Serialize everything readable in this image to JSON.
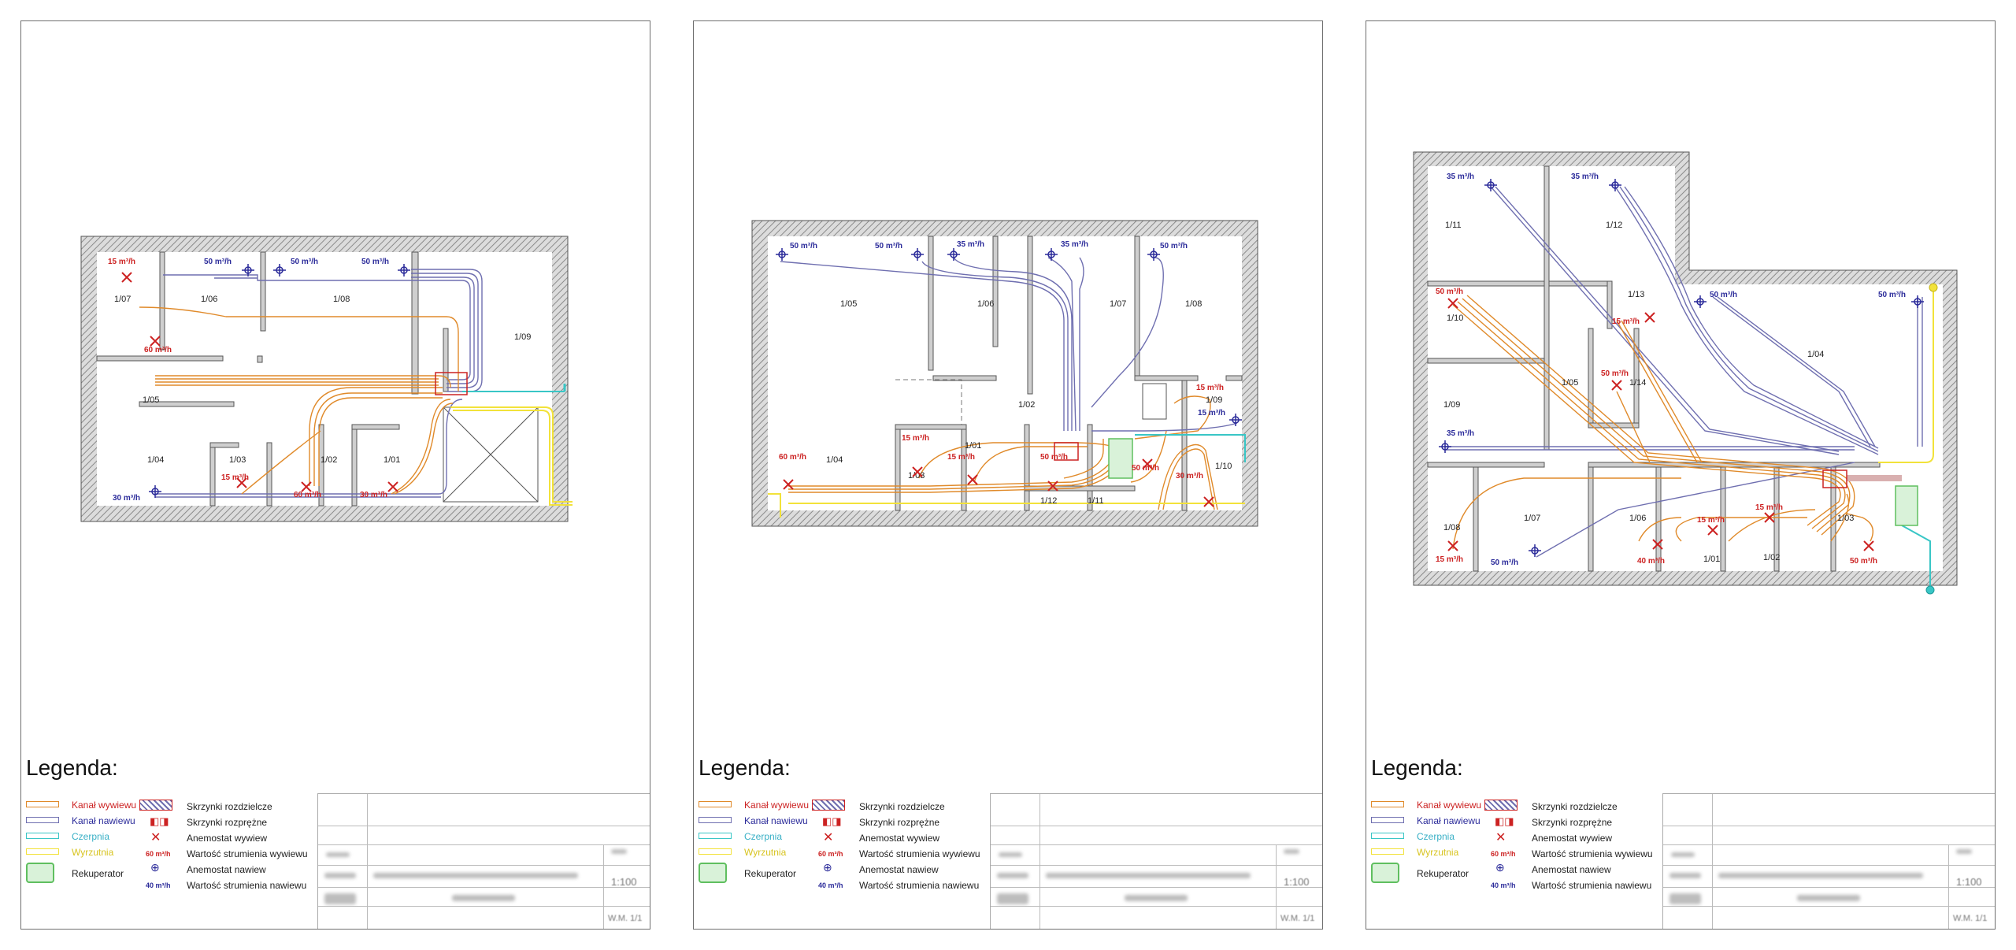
{
  "legend": {
    "title": "Legenda:",
    "kanal_wywiewu": "Kanał wywiewu",
    "kanal_nawiewu": "Kanał nawiewu",
    "czerpnia": "Czerpnia",
    "wyrzutnia": "Wyrzutnia",
    "rekuperator": "Rekuperator",
    "skrzynki_rozdzielcze": "Skrzynki rozdzielcze",
    "skrzynki_rozprezne": "Skrzynki rozprężne",
    "anemostat_wywiew": "Anemostat wywiew",
    "wartosc_wywiewu": "Wartość strumienia wywiewu",
    "anemostat_nawiew": "Anemostat nawiew",
    "wartosc_nawiewu": "Wartość strumienia nawiewu",
    "sample_exhaust": "60 m³/h",
    "sample_supply": "40 m³/h"
  },
  "title_block": {
    "scale": "1:100",
    "sheet": "W.M. 1/1"
  },
  "colors": {
    "exhaust": "#e08a2a",
    "exhaust_label": "#cc2222",
    "supply": "#2b2b9a",
    "supply_duct": "#6f6fb0",
    "intake": "#39c6c6",
    "outlet": "#f2e23a",
    "recuperator": "#9ed79e",
    "wall": "#b5b5b5"
  },
  "sheets": [
    {
      "rooms": [
        "1/07",
        "1/06",
        "1/08",
        "1/09",
        "1/05",
        "1/04",
        "1/03",
        "1/02",
        "1/01"
      ],
      "flows": [
        {
          "v": "15 m³/h",
          "k": "ex"
        },
        {
          "v": "50 m³/h",
          "k": "su"
        },
        {
          "v": "50 m³/h",
          "k": "su"
        },
        {
          "v": "50 m³/h",
          "k": "su"
        },
        {
          "v": "60 m³/h",
          "k": "ex"
        },
        {
          "v": "15 m³/h",
          "k": "ex"
        },
        {
          "v": "60 m³/h",
          "k": "ex"
        },
        {
          "v": "30 m³/h",
          "k": "ex"
        },
        {
          "v": "30 m³/h",
          "k": "su"
        }
      ]
    },
    {
      "rooms": [
        "1/05",
        "1/06",
        "1/07",
        "1/08",
        "1/02",
        "1/09",
        "1/04",
        "1/03",
        "1/01",
        "1/10",
        "1/12",
        "1/11"
      ],
      "flows": [
        {
          "v": "50 m³/h",
          "k": "su"
        },
        {
          "v": "50 m³/h",
          "k": "su"
        },
        {
          "v": "35 m³/h",
          "k": "su"
        },
        {
          "v": "35 m³/h",
          "k": "su"
        },
        {
          "v": "50 m³/h",
          "k": "su"
        },
        {
          "v": "15 m³/h",
          "k": "ex"
        },
        {
          "v": "15 m³/h",
          "k": "su"
        },
        {
          "v": "60 m³/h",
          "k": "ex"
        },
        {
          "v": "15 m³/h",
          "k": "ex"
        },
        {
          "v": "15 m³/h",
          "k": "ex"
        },
        {
          "v": "50 m³/h",
          "k": "ex"
        },
        {
          "v": "50 m³/h",
          "k": "ex"
        },
        {
          "v": "30 m³/h",
          "k": "ex"
        }
      ]
    },
    {
      "rooms": [
        "1/11",
        "1/12",
        "1/13",
        "1/10",
        "1/04",
        "1/05",
        "1/14",
        "1/09",
        "1/08",
        "1/07",
        "1/06",
        "1/01",
        "1/02",
        "1/03"
      ],
      "flows": [
        {
          "v": "35 m³/h",
          "k": "su"
        },
        {
          "v": "35 m³/h",
          "k": "su"
        },
        {
          "v": "50 m³/h",
          "k": "ex"
        },
        {
          "v": "15 m³/h",
          "k": "ex"
        },
        {
          "v": "50 m³/h",
          "k": "su"
        },
        {
          "v": "50 m³/h",
          "k": "su"
        },
        {
          "v": "50 m³/h",
          "k": "ex"
        },
        {
          "v": "35 m³/h",
          "k": "su"
        },
        {
          "v": "15 m³/h",
          "k": "ex"
        },
        {
          "v": "50 m³/h",
          "k": "su"
        },
        {
          "v": "15 m³/h",
          "k": "ex"
        },
        {
          "v": "15 m³/h",
          "k": "ex"
        },
        {
          "v": "40 m³/h",
          "k": "ex"
        },
        {
          "v": "50 m³/h",
          "k": "ex"
        }
      ]
    }
  ]
}
